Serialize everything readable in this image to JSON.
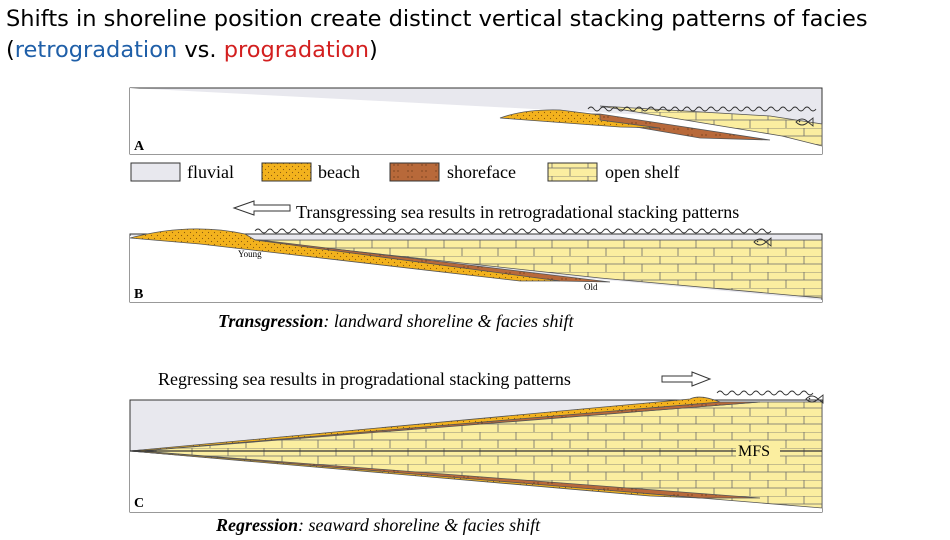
{
  "title": {
    "line1": "Shifts in shoreline position create distinct vertical stacking patterns of facies",
    "open_paren": "(",
    "retro": "retrogradation",
    "vs": " vs. ",
    "pro": "progradation",
    "close_paren": ")"
  },
  "colors": {
    "retro": "#1f5fa8",
    "pro": "#d31f1f",
    "beach": "#f3b21d",
    "shoreface": "#b8693a",
    "shelf": "#fbeea0",
    "fluvial": "#e8e8ee"
  },
  "panels": {
    "a": {
      "letter": "A"
    },
    "b": {
      "letter": "B",
      "young": "Young",
      "old": "Old",
      "arrow_text": "Transgressing sea results in retrogradational stacking patterns",
      "caption_bold": "Transgression",
      "caption_rest": ": landward shoreline & facies shift"
    },
    "c": {
      "letter": "C",
      "mfs": "MFS",
      "arrow_text": "Regressing sea results in progradational stacking patterns",
      "caption_bold": "Regression",
      "caption_rest": ": seaward shoreline & facies shift"
    }
  },
  "legend": {
    "fluvial": "fluvial",
    "beach": "beach",
    "shoreface": "shoreface",
    "open_shelf": "open shelf"
  },
  "icons": {
    "fish": "fish-icon",
    "arrow_left": "arrow-left-icon",
    "arrow_right": "arrow-right-icon"
  }
}
